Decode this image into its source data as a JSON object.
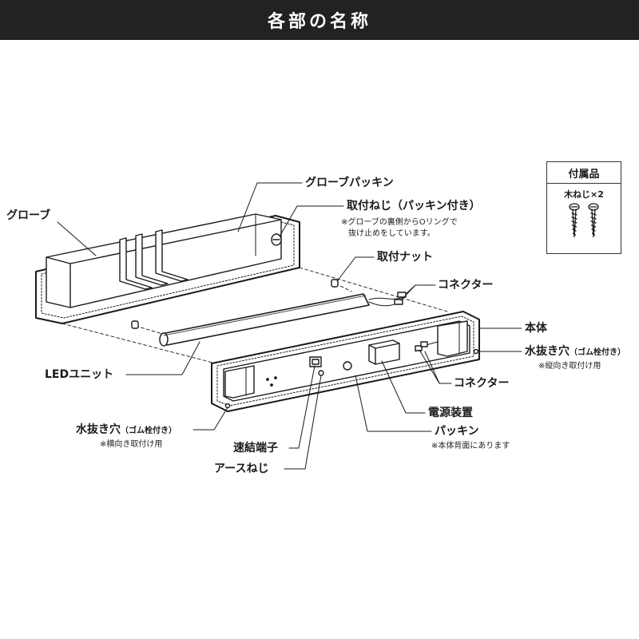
{
  "title": "各部の名称",
  "labels": {
    "globe": "グローブ",
    "globe_packing": "グローブパッキン",
    "mount_screw": "取付ねじ（パッキン付き）",
    "mount_screw_note_1": "※グローブの裏側からOリングで",
    "mount_screw_note_2": "抜け止めをしています。",
    "mount_nut": "取付ナット",
    "connector_top": "コネクター",
    "body": "本体",
    "drain_right": "水抜き穴",
    "drain_right_sub": "（ゴム栓付き）",
    "drain_right_note": "※縦向き取付け用",
    "led_unit": "LEDユニット",
    "connector_bottom": "コネクター",
    "power_unit": "電源装置",
    "drain_left": "水抜き穴",
    "drain_left_sub": "（ゴム栓付き）",
    "drain_left_note": "※横向き取付け用",
    "quick_terminal": "速結端子",
    "packing": "パッキン",
    "packing_note": "※本体背面にあります",
    "earth_screw": "アースねじ"
  },
  "accessories": {
    "heading": "付属品",
    "item": "木ねじ×2"
  }
}
